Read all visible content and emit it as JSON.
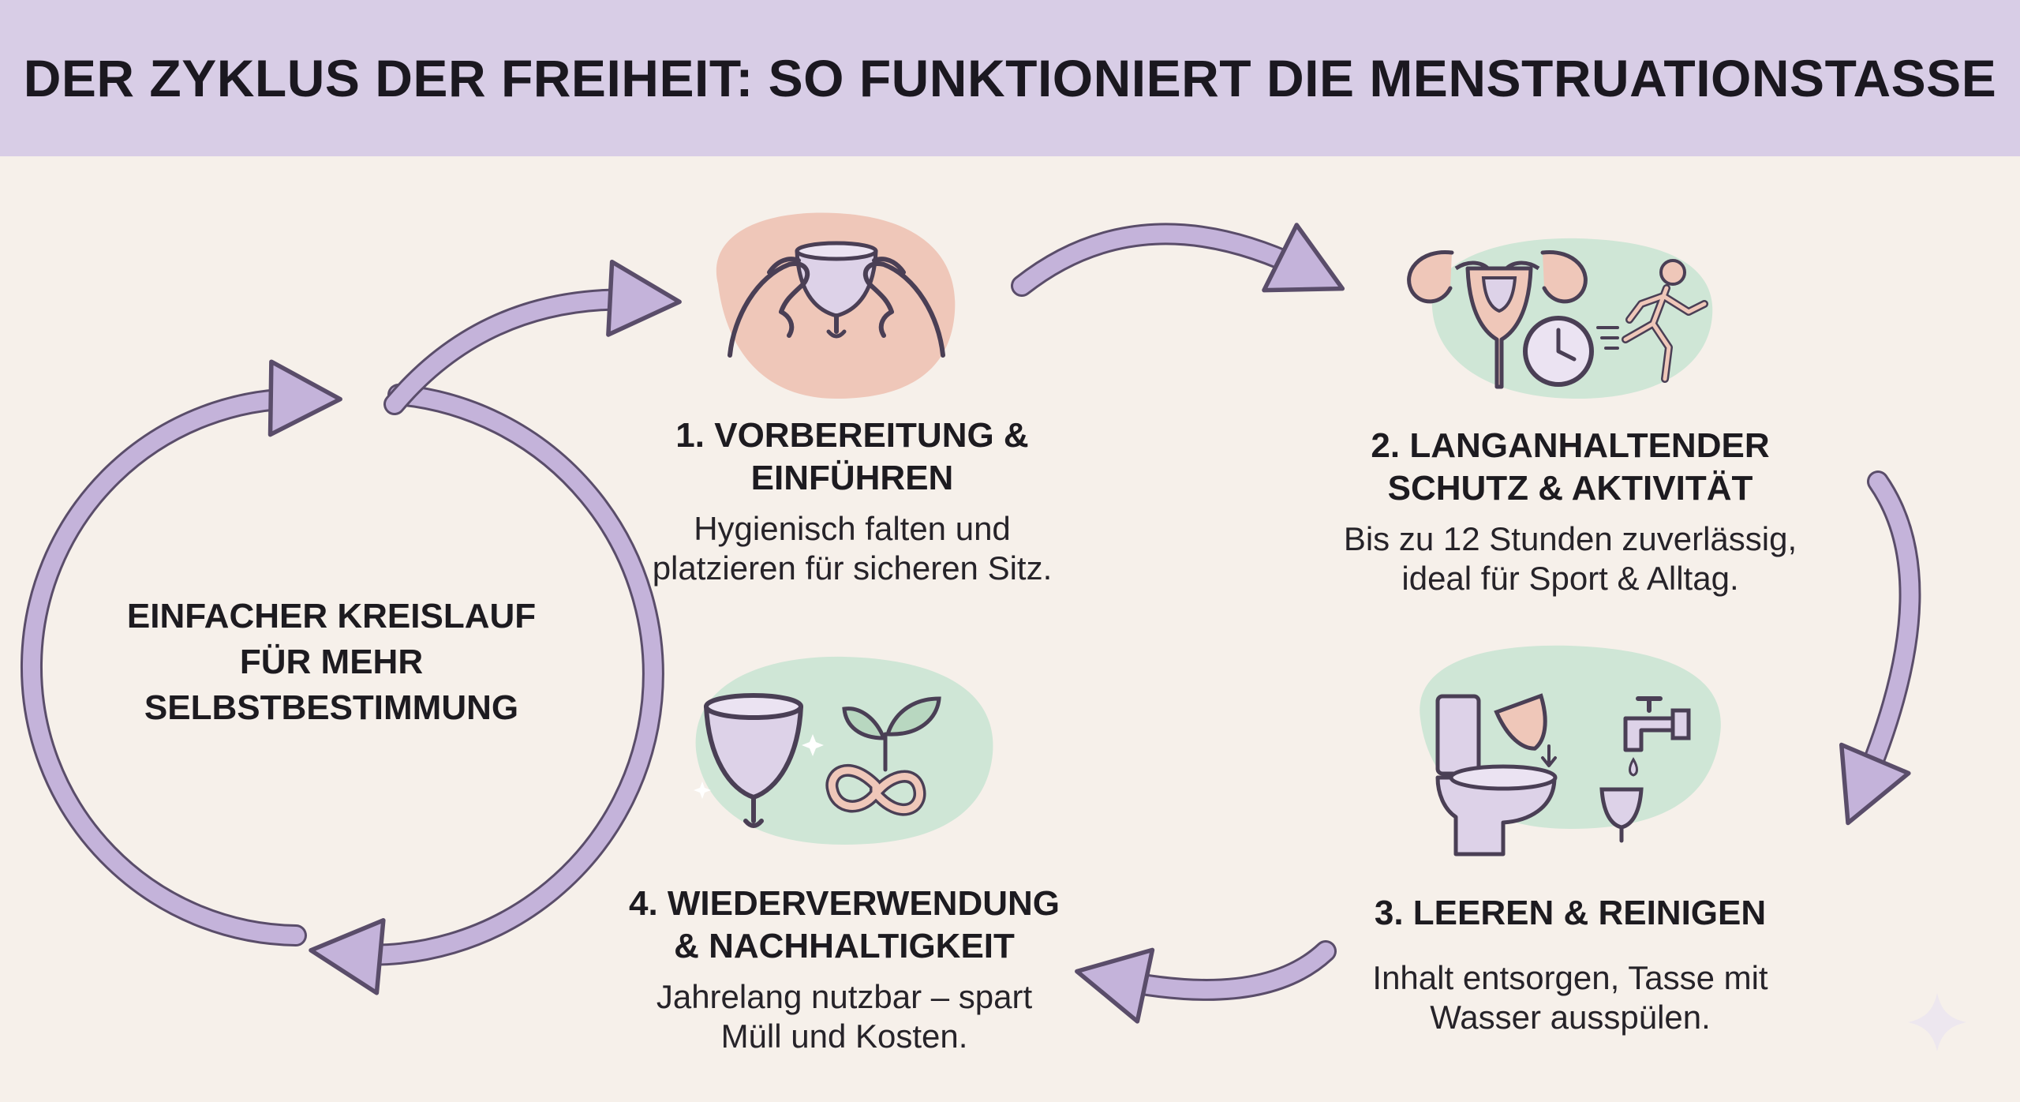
{
  "title": "DER ZYKLUS DER FREIHEIT: SO FUNKTIONIERT DIE MENSTRUATIONSTASSE",
  "center": {
    "line1": "EINFACHER KREISLAUF",
    "line2": "FÜR MEHR",
    "line3": "SELBSTBESTIMMUNG"
  },
  "steps": [
    {
      "title_line1": "1. VORBEREITUNG &",
      "title_line2": "EINFÜHREN",
      "desc_line1": "Hygienisch falten und",
      "desc_line2": "platzieren für sicheren Sitz.",
      "icon": "hands-folding-cup-icon",
      "blob_color": "#efc7b9"
    },
    {
      "title_line1": "2. LANGANHALTENDER",
      "title_line2": "SCHUTZ & AKTIVITÄT",
      "desc_line1": "Bis zu 12 Stunden zuverlässig,",
      "desc_line2": "ideal für Sport & Alltag.",
      "icon": "uterus-clock-runner-icon",
      "blob_color": "#cfe6d6"
    },
    {
      "title_line1": "3. LEEREN & REINIGEN",
      "desc_line1": "Inhalt entsorgen, Tasse mit",
      "desc_line2": "Wasser ausspülen.",
      "icon": "toilet-faucet-cup-icon",
      "blob_color": "#cfe6d6"
    },
    {
      "title_line1": "4. WIEDERVERWENDUNG",
      "title_line2": "& NACHHALTIGKEIT",
      "desc_line1": "Jahrelang nutzbar – spart",
      "desc_line2": "Müll und Kosten.",
      "icon": "cup-infinity-leaves-icon",
      "blob_color": "#cfe6d6"
    }
  ],
  "colors": {
    "banner": "#d8cde6",
    "background": "#f6f0ea",
    "arrow_fill": "#c4b3da",
    "arrow_stroke": "#5a4d6a"
  }
}
